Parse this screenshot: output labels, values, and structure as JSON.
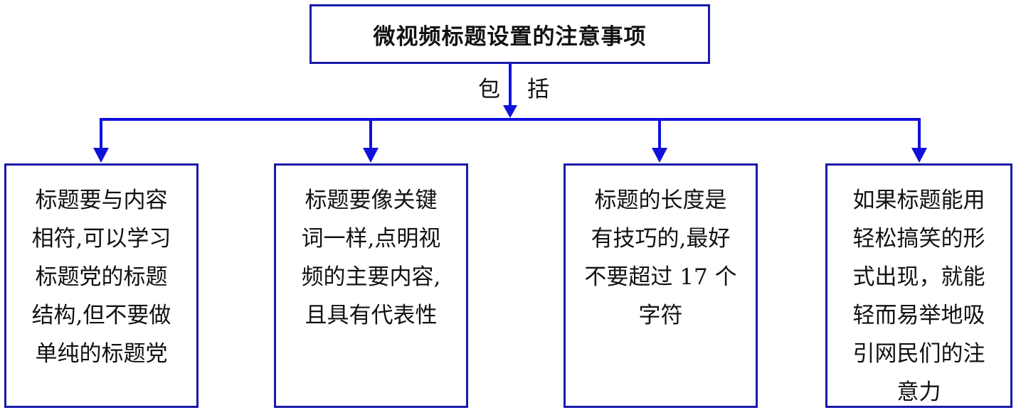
{
  "title": "微视频标题设置的注意事项",
  "relation": [
    "包",
    "括"
  ],
  "items": [
    {
      "lines": [
        "标题要与内容",
        "相符,可以学习",
        "标题党的标题",
        "结构,但不要做",
        "单纯的标题党"
      ]
    },
    {
      "lines": [
        "标题要像关键",
        "词一样,点明视",
        "频的主要内容,",
        "且具有代表性"
      ]
    },
    {
      "lines": [
        "标题的长度是",
        "有技巧的,最好",
        "不要超过 17 个",
        "字符"
      ]
    },
    {
      "lines": [
        "如果标题能用",
        "轻松搞笑的形",
        "式出现，就能",
        "轻而易举地吸",
        "引网民们的注",
        "意力"
      ]
    }
  ],
  "colors": {
    "connector": "#1010dd",
    "box_border": "#1a1aa8"
  }
}
